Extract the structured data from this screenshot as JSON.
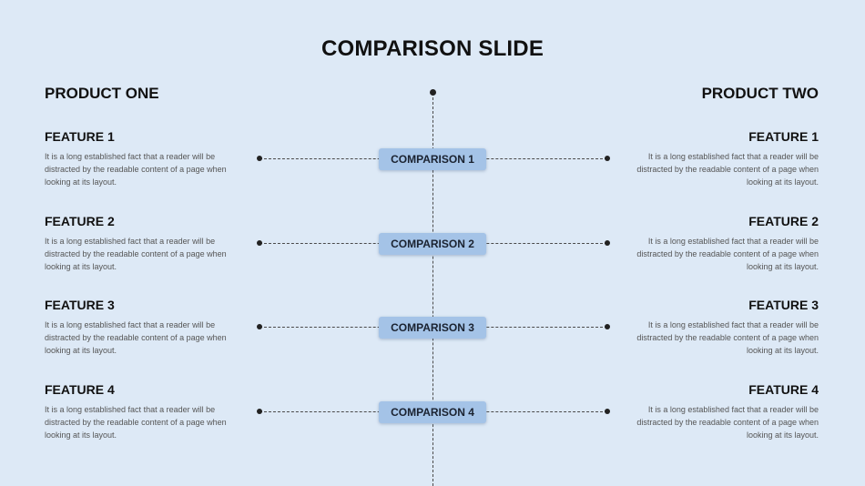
{
  "slide": {
    "title": "COMPARISON SLIDE",
    "product_one": "PRODUCT ONE",
    "product_two": "PRODUCT TWO",
    "rows": [
      {
        "comparison": "COMPARISON 1",
        "left_feature": "FEATURE 1",
        "left_text": "It is a long established fact that a reader will be distracted by the readable content of a page when looking at its layout.",
        "right_feature": "FEATURE 1",
        "right_text": "It is a long established fact that a reader will be distracted by the readable content of a page when looking at its layout."
      },
      {
        "comparison": "COMPARISON 2",
        "left_feature": "FEATURE 2",
        "left_text": "It is a long established fact that a reader will be distracted by the readable content of a page when looking at its layout.",
        "right_feature": "FEATURE 2",
        "right_text": "It is a long established fact that a reader will be distracted by the readable content of a page when looking at its layout."
      },
      {
        "comparison": "COMPARISON 3",
        "left_feature": "FEATURE 3",
        "left_text": "It is a long established fact that a reader will be distracted by the readable content of a page when looking at its layout.",
        "right_feature": "FEATURE 3",
        "right_text": "It is a long established fact that a reader will be distracted by the readable content of a page when looking at its layout."
      },
      {
        "comparison": "COMPARISON 4",
        "left_feature": "FEATURE 4",
        "left_text": "It is a long established fact that a reader will be distracted by the readable content of a page when looking at its layout.",
        "right_feature": "FEATURE 4",
        "right_text": "It is a long established fact that a reader will be distracted by the readable content of a page when looking at its layout."
      }
    ]
  },
  "colors": {
    "background": "#dde9f6",
    "badge": "#a4c3e7",
    "text_dark": "#111111",
    "text_body": "#555555"
  }
}
